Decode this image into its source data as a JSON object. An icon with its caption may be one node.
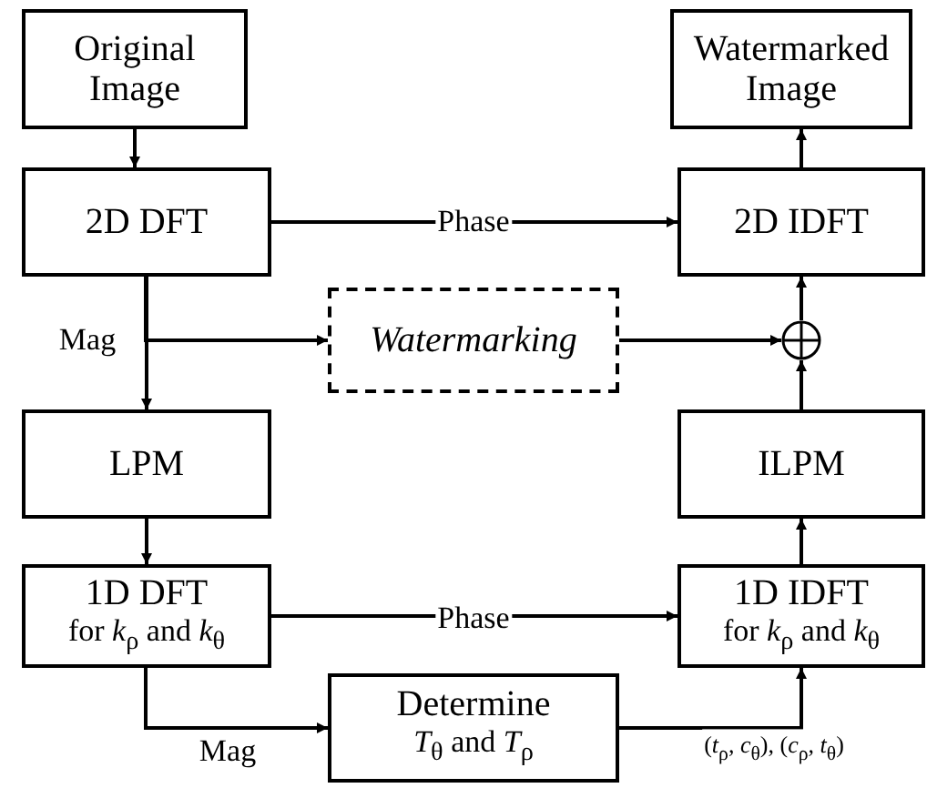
{
  "diagram": {
    "nodes": [
      {
        "text": [
          "Original Image"
        ]
      },
      {
        "text": [
          "2D DFT"
        ]
      },
      {
        "text": [
          "Watermarking"
        ]
      },
      {
        "text": [
          "LPM"
        ]
      },
      {
        "text": [
          "1D DFT",
          "for *k*$_{ρ}$ and *k*$_{θ}$"
        ]
      },
      {
        "text": [
          "Determine",
          "*T*$_{θ}$ and *T*$_{ρ}$"
        ]
      },
      {
        "text": [
          "Watermarked Image"
        ]
      },
      {
        "text": [
          "2D IDFT"
        ]
      },
      {
        "text": [],
        "shape": "circle"
      },
      {
        "text": [
          "ILPM"
        ]
      },
      {
        "text": [
          "1D IDFT",
          "for *k*$_{ρ}$ and *k*$_{θ}$"
        ]
      }
    ],
    "edges": [
      {
        "from": 0,
        "to": 1,
        "arrow": "to"
      },
      {
        "from": 1,
        "to": 7,
        "arrow": "to",
        "label": "Phase"
      },
      {
        "from": 1,
        "to": 2,
        "arrow": "to"
      },
      {
        "from": 1,
        "to": 3,
        "arrow": "to",
        "label": "Mag"
      },
      {
        "from": 2,
        "to": 8,
        "arrow": "to"
      },
      {
        "from": 8,
        "to": 7,
        "arrow": "to"
      },
      {
        "from": 9,
        "to": 8,
        "arrow": "to"
      },
      {
        "from": 7,
        "to": 6,
        "arrow": "to"
      },
      {
        "from": 3,
        "to": 4,
        "arrow": "to"
      },
      {
        "from": 4,
        "to": 10,
        "arrow": "to",
        "label": "Phase"
      },
      {
        "from": 4,
        "to": 5,
        "arrow": "to",
        "label": "Mag"
      },
      {
        "from": 5,
        "to": 10,
        "arrow": "to",
        "label": "(*t*$_{ρ}$, *c*$_{θ}$), (*c*$_{ρ}$, *t*$_{θ}$)"
      },
      {
        "from": 10,
        "to": 9,
        "arrow": "to"
      }
    ]
  }
}
